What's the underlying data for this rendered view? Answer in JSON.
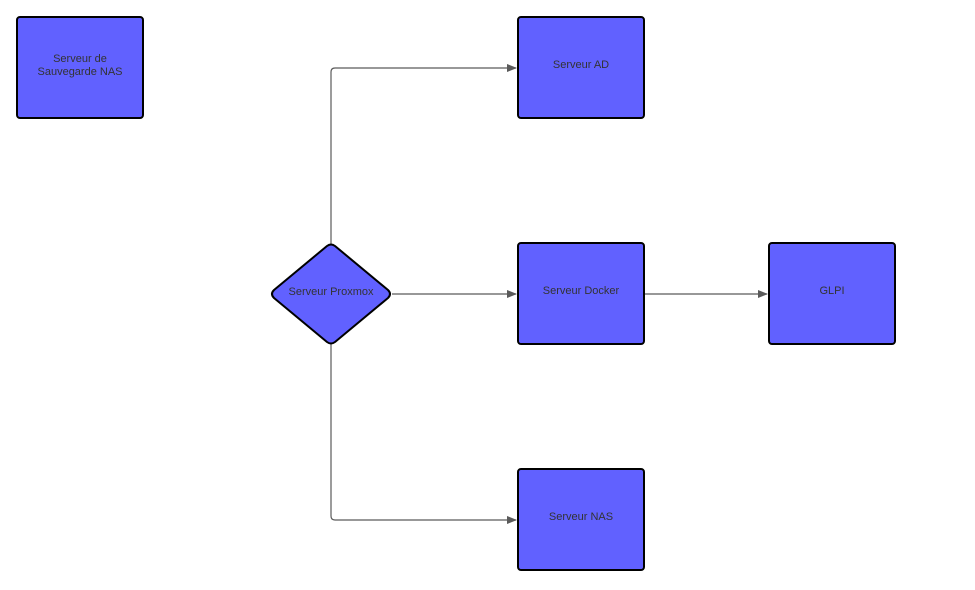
{
  "diagram": {
    "nodes": {
      "backup_nas": {
        "label": "Serveur de\nSauvegarde NAS"
      },
      "proxmox": {
        "label": "Serveur Proxmox",
        "shape": "diamond"
      },
      "ad": {
        "label": "Serveur AD"
      },
      "docker": {
        "label": "Serveur Docker"
      },
      "glpi": {
        "label": "GLPI"
      },
      "nas": {
        "label": "Serveur NAS"
      }
    },
    "edges": [
      {
        "from": "proxmox",
        "to": "ad"
      },
      {
        "from": "proxmox",
        "to": "docker"
      },
      {
        "from": "proxmox",
        "to": "nas"
      },
      {
        "from": "docker",
        "to": "glpi"
      }
    ],
    "colors": {
      "node_fill": "#6161ff",
      "node_border": "#000000",
      "edge": "#5a5a5a",
      "label_text": "#333333"
    }
  }
}
